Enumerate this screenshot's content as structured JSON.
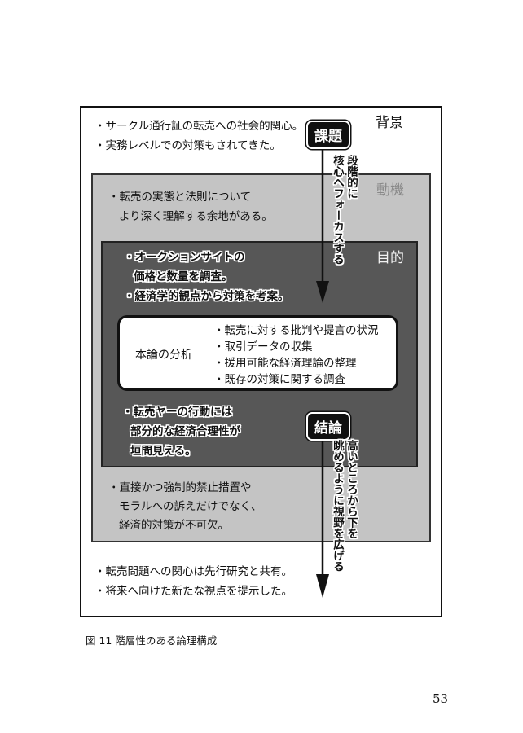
{
  "background": {
    "label": "背景",
    "lines_top": [
      "・サークル通行証の転売への社会的関心。",
      "・実務レベルでの対策もされてきた。"
    ],
    "lines_bottom": [
      "・転売問題への関心は先行研究と共有。",
      "・将来へ向けた新たな視点を提示した。"
    ]
  },
  "motivation": {
    "label": "動機",
    "lines_top": [
      "・転売の実態と法則について",
      "より深く理解する余地がある。"
    ],
    "lines_bottom": [
      "・直接かつ強制的禁止措置や",
      "モラルへの訴えだけでなく、",
      "経済的対策が不可欠。"
    ]
  },
  "purpose": {
    "label": "目的",
    "lines_top": [
      "・オークションサイトの",
      "価格と数量を調査。",
      "・経済学的観点から対策を考案。"
    ],
    "lines_bottom": [
      "・転売ヤーの行動には",
      "部分的な経済合理性が",
      "垣間見える。"
    ]
  },
  "analysis": {
    "label": "本論の分析",
    "items": [
      "・転売に対する批判や提言の状況",
      "・取引データの収集",
      "・援用可能な経済理論の整理",
      "・既存の対策に関する調査"
    ]
  },
  "issue": {
    "badge": "課題",
    "vtext": [
      "段階的に",
      "核心へフォーカスする"
    ]
  },
  "conclusion": {
    "badge": "結論",
    "vtext": [
      "高いところから下を",
      "眺めるように視野を広げる"
    ]
  },
  "caption": "図 11  階層性のある論理構成",
  "page_number": "53"
}
